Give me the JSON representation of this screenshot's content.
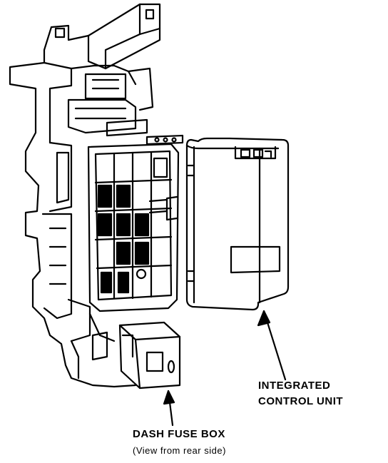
{
  "labels": {
    "control_unit_line1": "INTEGRATED",
    "control_unit_line2": "CONTROL UNIT",
    "fuse_box_line1": "DASH FUSE BOX",
    "fuse_box_line2": "(View from rear side)"
  },
  "components": [
    {
      "name": "dash-fuse-box",
      "label": "DASH FUSE BOX"
    },
    {
      "name": "integrated-control-unit",
      "label": "INTEGRATED CONTROL UNIT"
    }
  ],
  "colors": {
    "line": "#000000",
    "background": "#ffffff"
  }
}
